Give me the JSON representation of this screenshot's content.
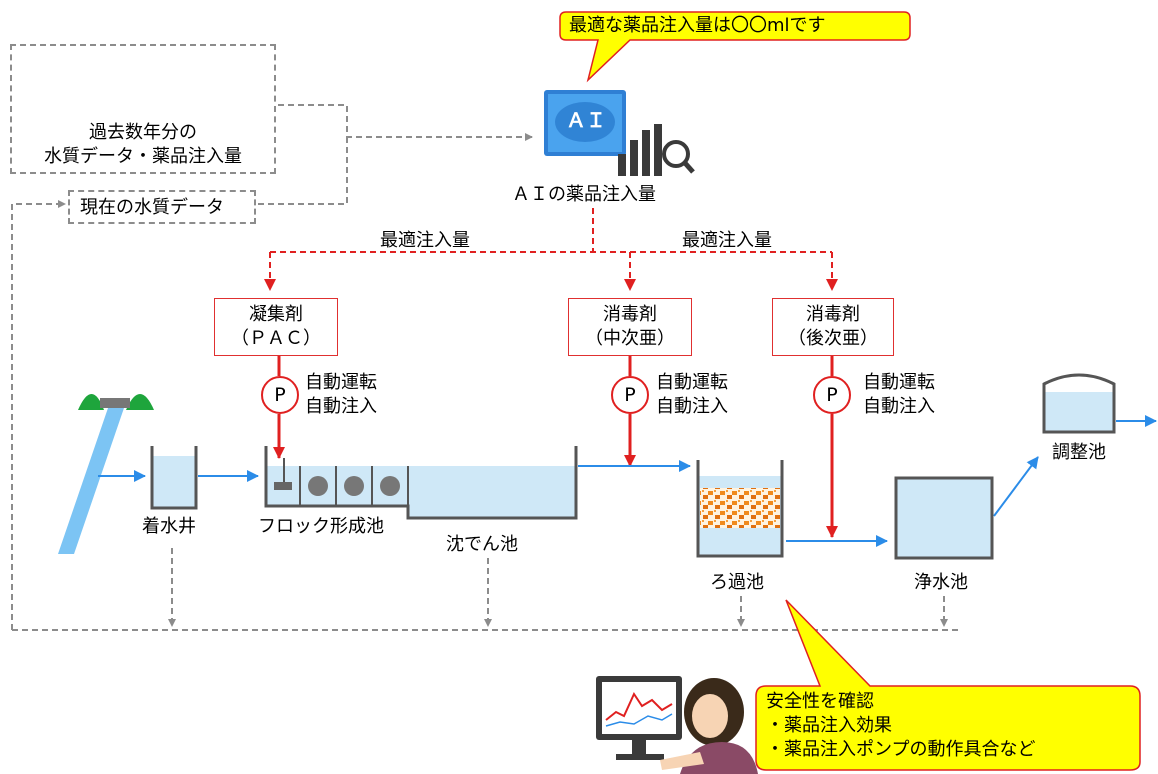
{
  "callout_top": "最適な薬品注入量は〇〇mlです",
  "history_box": {
    "line1": "過去数年分の",
    "line2": "水質データ・薬品注入量"
  },
  "current_box": "現在の水質データ",
  "ai_box": {
    "logo_text": "ＡＩ",
    "caption": "ＡＩの薬品注入量"
  },
  "optimal_left": "最適注入量",
  "optimal_right": "最適注入量",
  "chemicals": [
    {
      "line1": "凝集剤",
      "line2": "（ＰＡＣ）"
    },
    {
      "line1": "消毒剤",
      "line2": "（中次亜）"
    },
    {
      "line1": "消毒剤",
      "line2": "（後次亜）"
    }
  ],
  "pump_letter": "P",
  "pump_caption": {
    "line1": "自動運転",
    "line2": "自動注入"
  },
  "facilities": {
    "intake_well": "着水井",
    "floc_basin": "フロック形成池",
    "sedimentation": "沈でん池",
    "filter": "ろ過池",
    "clear_well": "浄水池",
    "regulating": "調整池"
  },
  "callout_bottom": {
    "line1": "安全性を確認",
    "line2": "・薬品注入効果",
    "line3": "・薬品注入ポンプの動作具合など"
  },
  "colors": {
    "water_fill": "#cfe8f7",
    "flow_blue": "#2b8ce8",
    "dose_red": "#e02020",
    "callout_yellow": "#ffff00",
    "dashed_gray": "#8c8c8c",
    "tank_wall": "#555555"
  }
}
